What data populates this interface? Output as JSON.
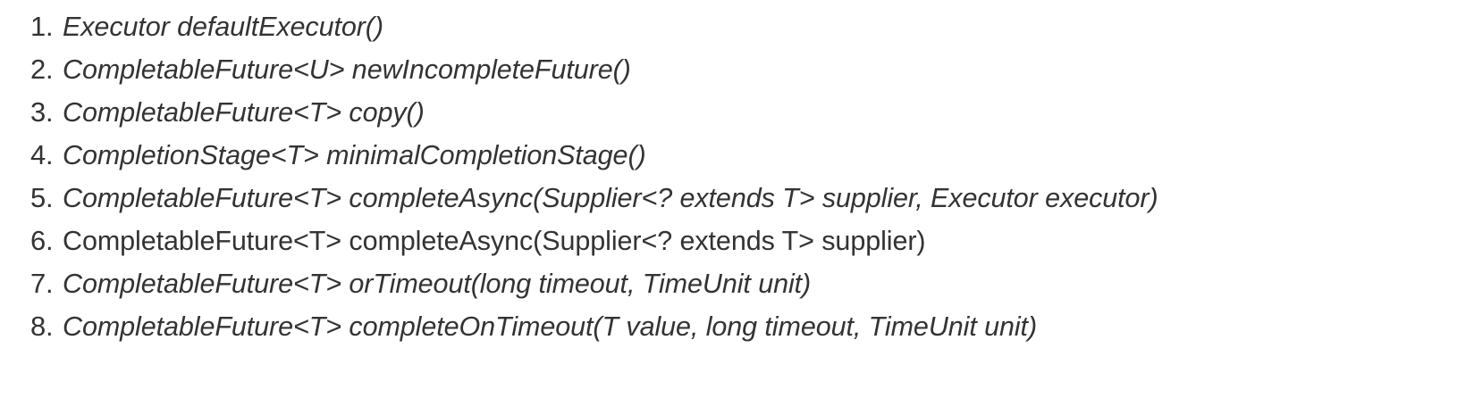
{
  "document": {
    "kind": "ordered-list",
    "background_color": "#ffffff",
    "text_color": "#333333"
  },
  "list": {
    "items": [
      {
        "number": "1.",
        "signature": "Executor defaultExecutor()",
        "style": "italic"
      },
      {
        "number": "2.",
        "signature": "CompletableFuture<U> newIncompleteFuture()",
        "style": "italic"
      },
      {
        "number": "3.",
        "signature": "CompletableFuture<T> copy()",
        "style": "italic"
      },
      {
        "number": "4.",
        "signature": "CompletionStage<T> minimalCompletionStage()",
        "style": "italic"
      },
      {
        "number": "5.",
        "signature": "CompletableFuture<T> completeAsync(Supplier<? extends T> supplier, Executor executor)",
        "style": "italic"
      },
      {
        "number": "6.",
        "signature": "CompletableFuture<T> completeAsync(Supplier<? extends T> supplier)",
        "style": "normal"
      },
      {
        "number": "7.",
        "signature": "CompletableFuture<T> orTimeout(long timeout, TimeUnit unit)",
        "style": "italic"
      },
      {
        "number": "8.",
        "signature": "CompletableFuture<T> completeOnTimeout(T value, long timeout, TimeUnit unit)",
        "style": "italic"
      }
    ]
  }
}
